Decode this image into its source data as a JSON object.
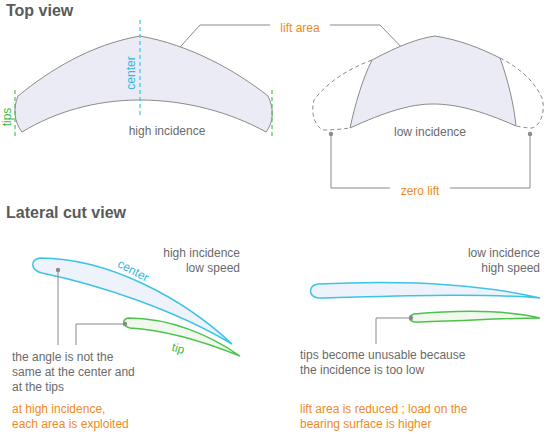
{
  "diagram": {
    "nodes": [
      {
        "text": [
          "high incidence"
        ]
      },
      {
        "text": [
          "low incidence"
        ]
      }
    ],
    "labels": [
      "Top view",
      "lift area",
      "center",
      "tips",
      "zero lift",
      "Lateral cut view",
      "high incidence low speed",
      "center",
      "tip",
      "the angle is not the same at the center and at the tips",
      "at high incidence, each area is exploited",
      "low incidence high speed",
      "tips become unusable because the incidence is too low",
      "lift area is reduced ; load on the bearing surface is higher"
    ]
  }
}
